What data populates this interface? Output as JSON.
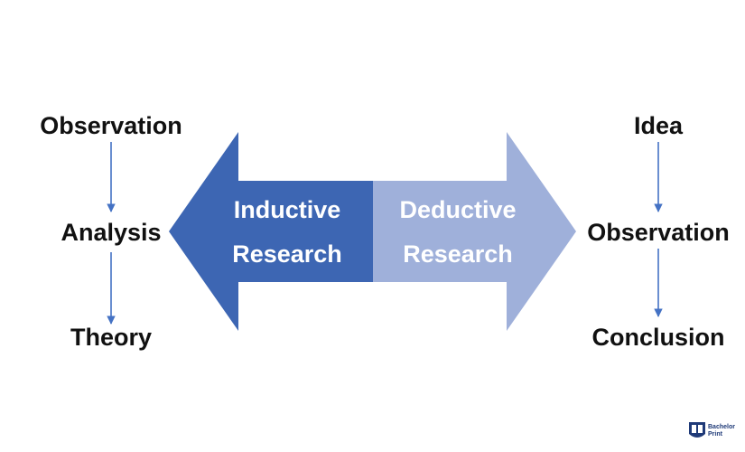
{
  "diagram": {
    "inductive": {
      "label_line1": "Inductive",
      "label_line2": "Research",
      "fill": "#3d66b3",
      "steps": [
        "Observation",
        "Analysis",
        "Theory"
      ]
    },
    "deductive": {
      "label_line1": "Deductive",
      "label_line2": "Research",
      "fill": "#9fb0da",
      "steps": [
        "Idea",
        "Observation",
        "Conclusion"
      ]
    },
    "connector_color": "#4472c4",
    "text_color": "#111111"
  },
  "logo": {
    "line1": "Bachelor",
    "line2": "Print",
    "icon": "book-shield-icon",
    "color": "#1f3a78"
  }
}
